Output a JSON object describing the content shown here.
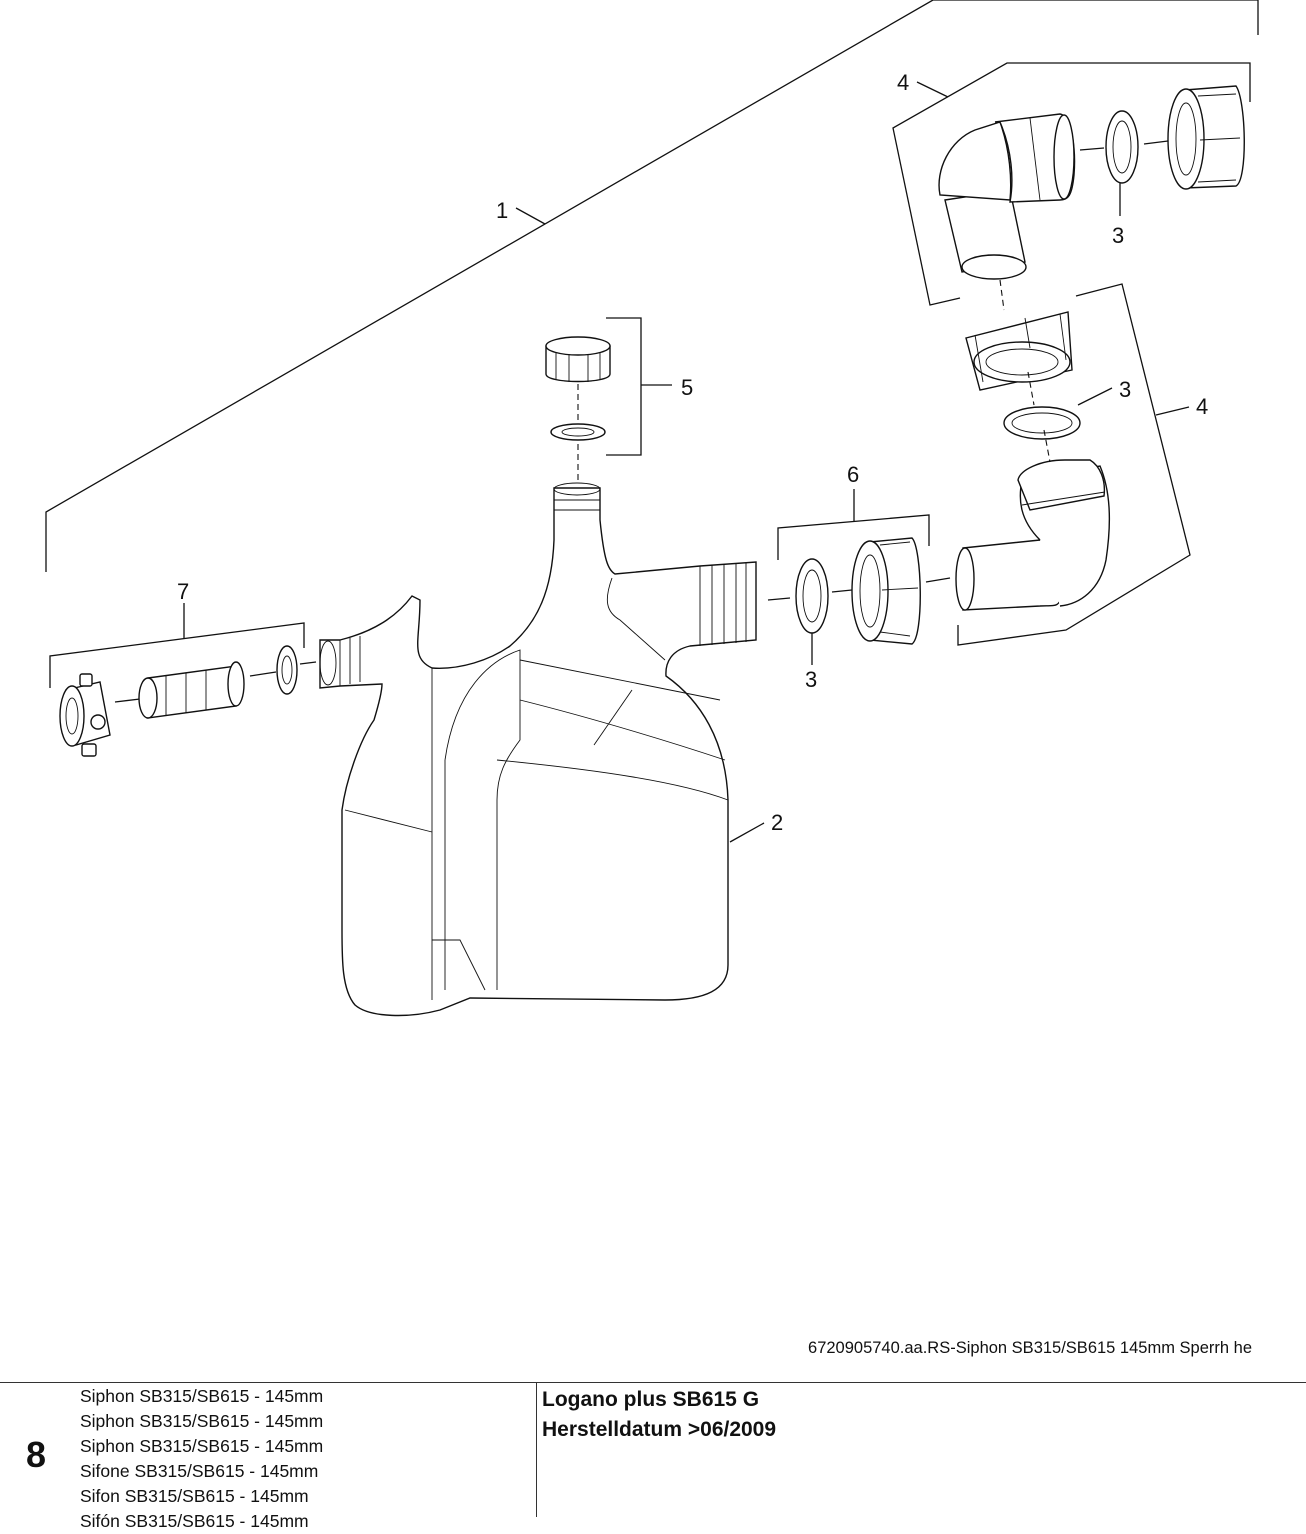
{
  "diagram": {
    "callouts": [
      "1",
      "2",
      "3",
      "3",
      "3",
      "4",
      "4",
      "5",
      "6",
      "7"
    ],
    "figure_caption": "6720905740.aa.RS-Siphon SB315/SB615 145mm Sperrh he"
  },
  "footer": {
    "page_number": "8",
    "descriptions": [
      "Siphon SB315/SB615 - 145mm",
      "Siphon SB315/SB615 - 145mm",
      "Siphon SB315/SB615 - 145mm",
      "Sifone SB315/SB615 - 145mm",
      "Sifon SB315/SB615 - 145mm",
      "Sifón SB315/SB615 - 145mm"
    ],
    "title_line1": "Logano plus SB615 G",
    "title_line2": "Herstelldatum >06/2009"
  }
}
